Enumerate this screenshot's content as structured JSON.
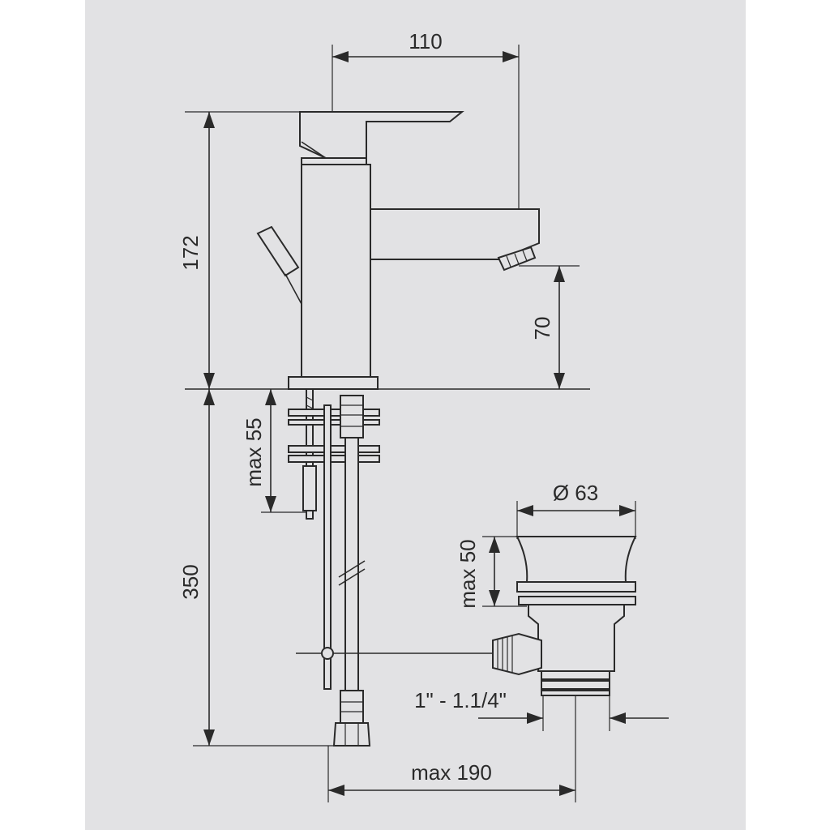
{
  "drawing": {
    "dimensions": {
      "spout_reach": "110",
      "total_height": "172",
      "spout_height": "70",
      "max_thickness": "max 55",
      "hose_length": "350",
      "waste_diameter": "Ø 63",
      "waste_max_height": "max 50",
      "thread_size": "1\" - 1.1/4\"",
      "max_distance": "max 190"
    }
  }
}
